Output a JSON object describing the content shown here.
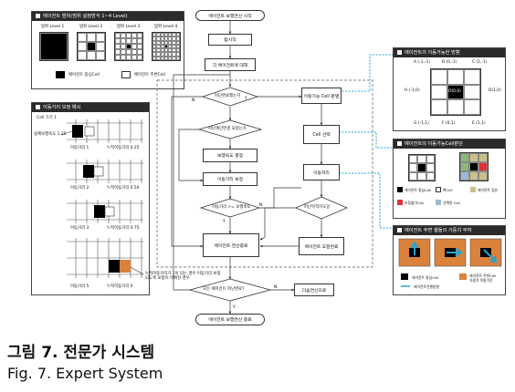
{
  "colors": {
    "accent_blue": "#1fa6d6",
    "dark": "#2b2b2b",
    "orange": "#d9823b",
    "gray_box": "#9e9e9e"
  },
  "panel_range": {
    "title": "에이전트 범위(범위 설정방식 1~4 Level)",
    "levels": [
      "범위 Level 1",
      "범위 Level 2",
      "범위 Level 3",
      "범위 Level 4"
    ],
    "legend_center": "에이전트 중심Cell",
    "legend_surround": "에이전트 주변Cell"
  },
  "panel_distance": {
    "title": "이동거리 보정 예시",
    "cell_size_label": "Cell 크기 1",
    "actual_speed_label": "실제보행속도 1.25",
    "rows": [
      {
        "left": "이동거리 1",
        "right": "누적이동거리 0.25"
      },
      {
        "left": "이동거리 2",
        "right": "누적이동거리 0.50"
      },
      {
        "left": "이동거리 3",
        "right": "누적이동거리 0.75"
      },
      {
        "left": "이동거리 5",
        "right": "누적이동거리 0"
      }
    ],
    "note": "누적이동거리가 1이 되는 경우 이동거리 보정",
    "note_line2": "되도록 보정이 이뤄진 경우"
  },
  "flow": {
    "start": "에이전트 보행연산 시작",
    "init": "탐시작",
    "each_agent": "각 에이전트에 대해",
    "d_arrived": "피난완료했는지",
    "d_stairs": "피난계단연결 되었는가",
    "walk_speed": "보행속도 결정",
    "dist_correct": "이동거리 보정",
    "d_dist": "이동거리 >= 보행속도",
    "agent_end": "에이전트 연산종료",
    "movable_cell": "이동가능 Cell 판별",
    "cell_select": "Cell 선택",
    "move": "이동처리",
    "d_goal": "피난목적지도달",
    "arrive_end": "에이전트 도달완료",
    "d_all_done": "모든 에이전트 피난완료?",
    "next_step": "다음연산으로",
    "end": "에이전트 보행연산 종료",
    "yes": "Y",
    "no": "N"
  },
  "panel_dirs": {
    "title": "에이전트의 이동가능한 방향",
    "top": [
      "A (-1,-1)",
      "B (0,-1)",
      "C (1,-1)"
    ],
    "left": "H (-1,0)",
    "center": "O(0,0)",
    "right": "D(1,0)",
    "bottom": [
      "G (-1,1)",
      "F (0,1)",
      "E (1,1)"
    ]
  },
  "panel_cells": {
    "title": "에이전트의 이동가능Cell판단",
    "legend": [
      "에이전트 중심Cell",
      "벽Cell",
      "에이전트 점유",
      "이동불가Cell",
      "선택된 Cell"
    ]
  },
  "panel_weight": {
    "title": "에이전트 주변 셀들의 가중치 부여",
    "legend_center": "에이전트 중심Cell",
    "legend_arrow": "에이전트진행방향",
    "legend_weight": "에이전트 주변Cell",
    "legend_weight2": "가중치 적용기준"
  },
  "caption": {
    "korean": "그림 7. 전문가 시스템",
    "english": "Fig. 7. Expert System"
  }
}
